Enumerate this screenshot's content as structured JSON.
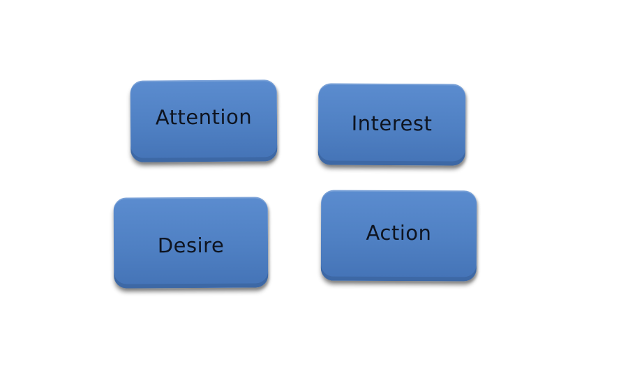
{
  "diagram": {
    "tiles": [
      {
        "label": "Attention"
      },
      {
        "label": "Interest"
      },
      {
        "label": "Desire"
      },
      {
        "label": "Action"
      }
    ],
    "colors": {
      "tile_fill": "#4f80c3",
      "tile_edge": "#3d68a5",
      "label_text": "#0e1420",
      "background": "#ffffff"
    }
  }
}
